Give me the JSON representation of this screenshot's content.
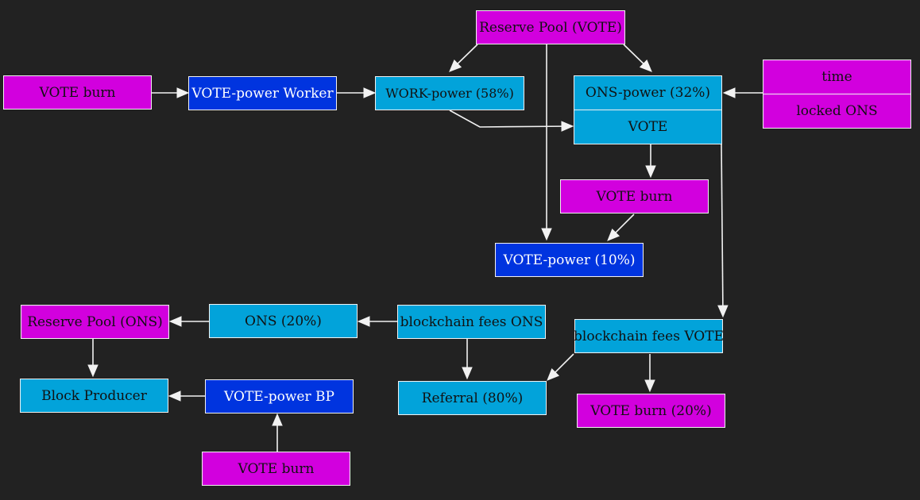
{
  "colors": {
    "background": "#222222",
    "magenta": "#d200de",
    "cyan": "#02a3da",
    "blue": "#0034df",
    "edge": "#f2f2f2"
  },
  "nodes": {
    "reserve_pool_vote": "Reserve Pool (VOTE)",
    "vote_burn_worker": "VOTE burn",
    "vote_power_worker": "VOTE-power Worker",
    "work_power": "WORK-power (58%)",
    "ons_power": "ONS-power (32%)",
    "vote": "VOTE",
    "time": "time",
    "locked_ons": "locked ONS",
    "vote_burn_mid": "VOTE burn",
    "vote_power_10": "VOTE-power (10%)",
    "reserve_pool_ons": "Reserve Pool (ONS)",
    "ons_20": "ONS (20%)",
    "blockchain_fees_ons": "blockchain fees ONS",
    "blockchain_fees_vote": "blockchain fees VOTE",
    "block_producer": "Block Producer",
    "vote_power_bp": "VOTE-power BP",
    "referral_80": "Referral (80%)",
    "vote_burn_20": "VOTE burn (20%)",
    "vote_burn_bp": "VOTE burn"
  }
}
